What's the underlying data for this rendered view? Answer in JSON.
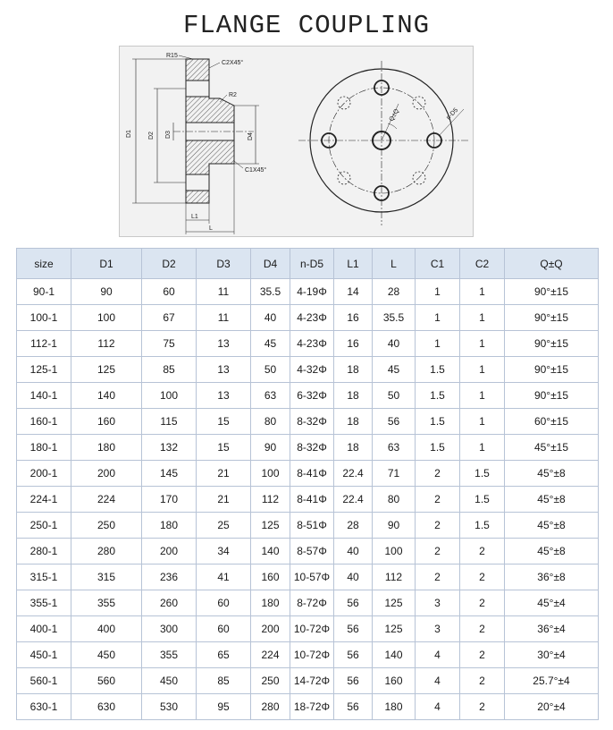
{
  "title": "FLANGE COUPLING",
  "drawing": {
    "labels": {
      "r15": "R15",
      "c2": "C2X45°",
      "r2": "R2",
      "d1": "D1",
      "d2": "D2",
      "d3": "D3",
      "d4": "D4",
      "c1": "C1X45°",
      "l1": "L1",
      "l": "L",
      "q": "Q±Q",
      "nd5": "n-D5"
    }
  },
  "table": {
    "columns": [
      "size",
      "D1",
      "D2",
      "D3",
      "D4",
      "n-D5",
      "L1",
      "L",
      "C1",
      "C2",
      "Q±Q"
    ],
    "rows": [
      [
        "90-1",
        "90",
        "60",
        "11",
        "35.5",
        "4-19Φ",
        "14",
        "28",
        "1",
        "1",
        "90°±15"
      ],
      [
        "100-1",
        "100",
        "67",
        "11",
        "40",
        "4-23Φ",
        "16",
        "35.5",
        "1",
        "1",
        "90°±15"
      ],
      [
        "112-1",
        "112",
        "75",
        "13",
        "45",
        "4-23Φ",
        "16",
        "40",
        "1",
        "1",
        "90°±15"
      ],
      [
        "125-1",
        "125",
        "85",
        "13",
        "50",
        "4-32Φ",
        "18",
        "45",
        "1.5",
        "1",
        "90°±15"
      ],
      [
        "140-1",
        "140",
        "100",
        "13",
        "63",
        "6-32Φ",
        "18",
        "50",
        "1.5",
        "1",
        "90°±15"
      ],
      [
        "160-1",
        "160",
        "115",
        "15",
        "80",
        "8-32Φ",
        "18",
        "56",
        "1.5",
        "1",
        "60°±15"
      ],
      [
        "180-1",
        "180",
        "132",
        "15",
        "90",
        "8-32Φ",
        "18",
        "63",
        "1.5",
        "1",
        "45°±15"
      ],
      [
        "200-1",
        "200",
        "145",
        "21",
        "100",
        "8-41Φ",
        "22.4",
        "71",
        "2",
        "1.5",
        "45°±8"
      ],
      [
        "224-1",
        "224",
        "170",
        "21",
        "112",
        "8-41Φ",
        "22.4",
        "80",
        "2",
        "1.5",
        "45°±8"
      ],
      [
        "250-1",
        "250",
        "180",
        "25",
        "125",
        "8-51Φ",
        "28",
        "90",
        "2",
        "1.5",
        "45°±8"
      ],
      [
        "280-1",
        "280",
        "200",
        "34",
        "140",
        "8-57Φ",
        "40",
        "100",
        "2",
        "2",
        "45°±8"
      ],
      [
        "315-1",
        "315",
        "236",
        "41",
        "160",
        "10-57Φ",
        "40",
        "112",
        "2",
        "2",
        "36°±8"
      ],
      [
        "355-1",
        "355",
        "260",
        "60",
        "180",
        "8-72Φ",
        "56",
        "125",
        "3",
        "2",
        "45°±4"
      ],
      [
        "400-1",
        "400",
        "300",
        "60",
        "200",
        "10-72Φ",
        "56",
        "125",
        "3",
        "2",
        "36°±4"
      ],
      [
        "450-1",
        "450",
        "355",
        "65",
        "224",
        "10-72Φ",
        "56",
        "140",
        "4",
        "2",
        "30°±4"
      ],
      [
        "560-1",
        "560",
        "450",
        "85",
        "250",
        "14-72Φ",
        "56",
        "160",
        "4",
        "2",
        "25.7°±4"
      ],
      [
        "630-1",
        "630",
        "530",
        "95",
        "280",
        "18-72Φ",
        "56",
        "180",
        "4",
        "2",
        "20°±4"
      ]
    ]
  }
}
